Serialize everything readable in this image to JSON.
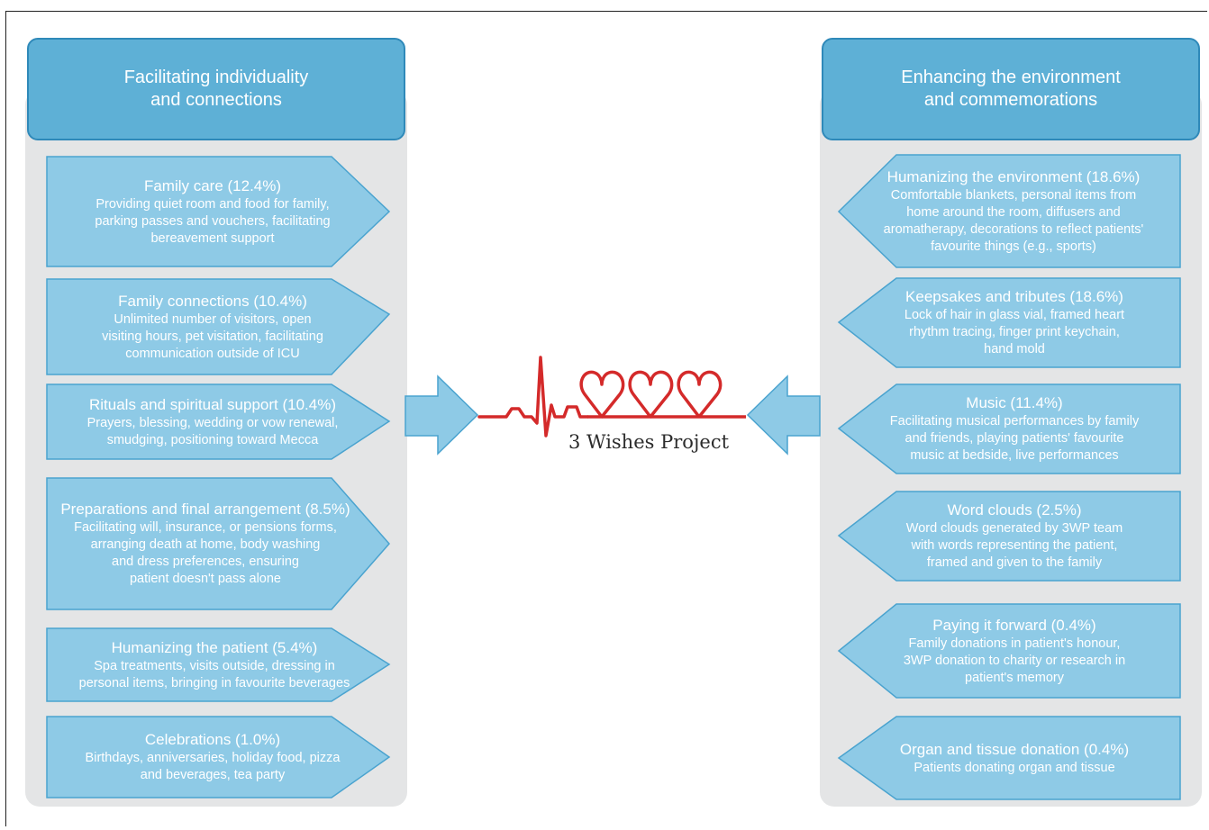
{
  "left_header": {
    "line1": "Facilitating individuality",
    "line2": "and connections"
  },
  "right_header": {
    "line1": "Enhancing the environment",
    "line2": "and commemorations"
  },
  "left_items": [
    {
      "title": "Family care (12.4%)",
      "desc": [
        "Providing quiet room and food for family,",
        "parking passes and vouchers, facilitating",
        "bereavement support"
      ]
    },
    {
      "title": "Family connections (10.4%)",
      "desc": [
        "Unlimited number of visitors, open",
        "visiting hours, pet visitation, facilitating",
        "communication outside of ICU"
      ]
    },
    {
      "title": "Rituals and spiritual support (10.4%)",
      "desc": [
        "Prayers, blessing, wedding or vow renewal,",
        "smudging, positioning toward Mecca"
      ]
    },
    {
      "title": "Preparations and final arrangement (8.5%)",
      "desc": [
        "Facilitating will, insurance, or pensions forms,",
        "arranging death at home, body washing",
        "and dress preferences, ensuring",
        "patient doesn't pass alone"
      ]
    },
    {
      "title": "Humanizing the patient (5.4%)",
      "desc": [
        "Spa treatments, visits outside, dressing in",
        "personal items, bringing in favourite beverages"
      ]
    },
    {
      "title": "Celebrations (1.0%)",
      "desc": [
        "Birthdays, anniversaries, holiday food, pizza",
        "and beverages, tea party"
      ]
    }
  ],
  "right_items": [
    {
      "title": "Humanizing the environment (18.6%)",
      "desc": [
        "Comfortable blankets, personal items from",
        "home around the room, diffusers and",
        "aromatherapy, decorations to reflect patients'",
        "favourite things (e.g., sports)"
      ]
    },
    {
      "title": "Keepsakes and tributes (18.6%)",
      "desc": [
        "Lock of hair in glass vial, framed heart",
        "rhythm tracing, finger print keychain,",
        "hand mold"
      ]
    },
    {
      "title": "Music (11.4%)",
      "desc": [
        "Facilitating musical performances by family",
        "and friends, playing patients' favourite",
        "music at bedside, live performances"
      ]
    },
    {
      "title": "Word clouds (2.5%)",
      "desc": [
        "Word clouds generated by 3WP team",
        "with words representing the patient,",
        "framed and given to the family"
      ]
    },
    {
      "title": "Paying it forward (0.4%)",
      "desc": [
        "Family donations in patient's honour,",
        "3WP donation to charity or research in",
        "patient's memory"
      ]
    },
    {
      "title": "Organ and tissue donation (0.4%)",
      "desc": [
        "Patients donating organ and tissue"
      ]
    }
  ],
  "logo": {
    "text": "3 Wishes Project"
  },
  "colors": {
    "card_fill": "#8ecae6",
    "card_stroke": "#4aa3cf",
    "header_fill": "#5eb0d6",
    "logo_red": "#d42a2a"
  }
}
